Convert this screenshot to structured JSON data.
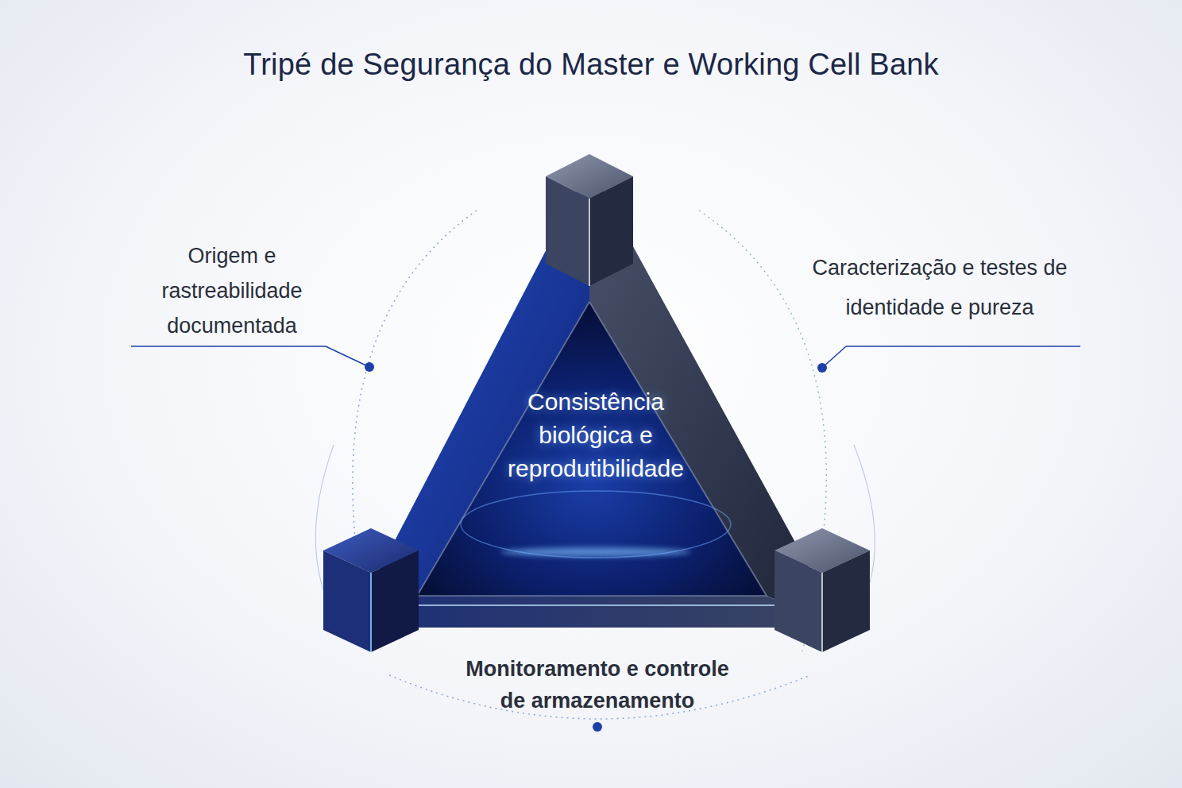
{
  "diagram": {
    "title": "Tripé de Segurança do Master e Working Cell Bank",
    "nodes": [
      {
        "text": [
          "Consistência biológica e reprodutibilidade"
        ]
      }
    ],
    "labels": [
      "Origem e rastreabilidade documentada",
      "Caracterização e testes de identidade e pureza",
      "Monitoramento e controle de armazenamento"
    ]
  }
}
